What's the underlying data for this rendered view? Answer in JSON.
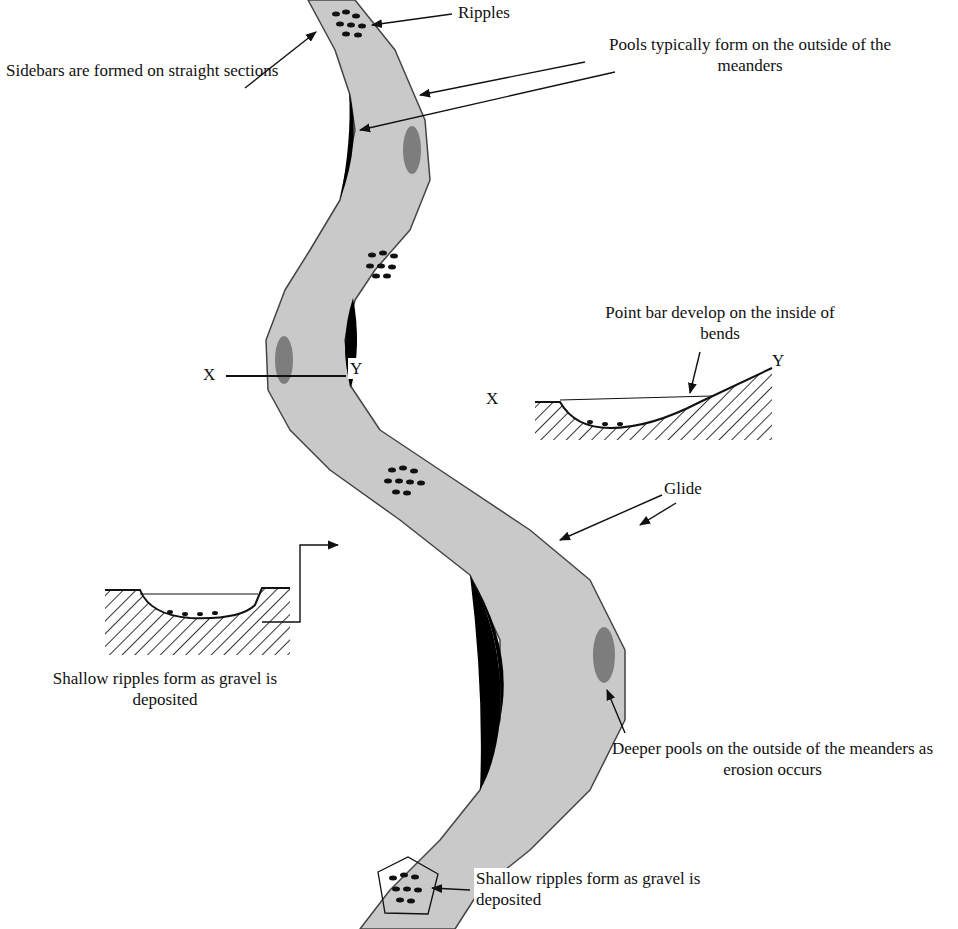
{
  "diagram": {
    "labels": [
      "Ripples",
      "Sidebars are formed on straight sections",
      "Pools typically form on the outside of the meanders",
      "Point bar develop on the inside of bends",
      "X",
      "Y",
      "X",
      "Y",
      "Glide",
      "Shallow ripples form as gravel is deposited",
      "Deeper pools on the outside of the meanders as erosion occurs",
      "Shallow ripples form as gravel is deposited"
    ]
  }
}
